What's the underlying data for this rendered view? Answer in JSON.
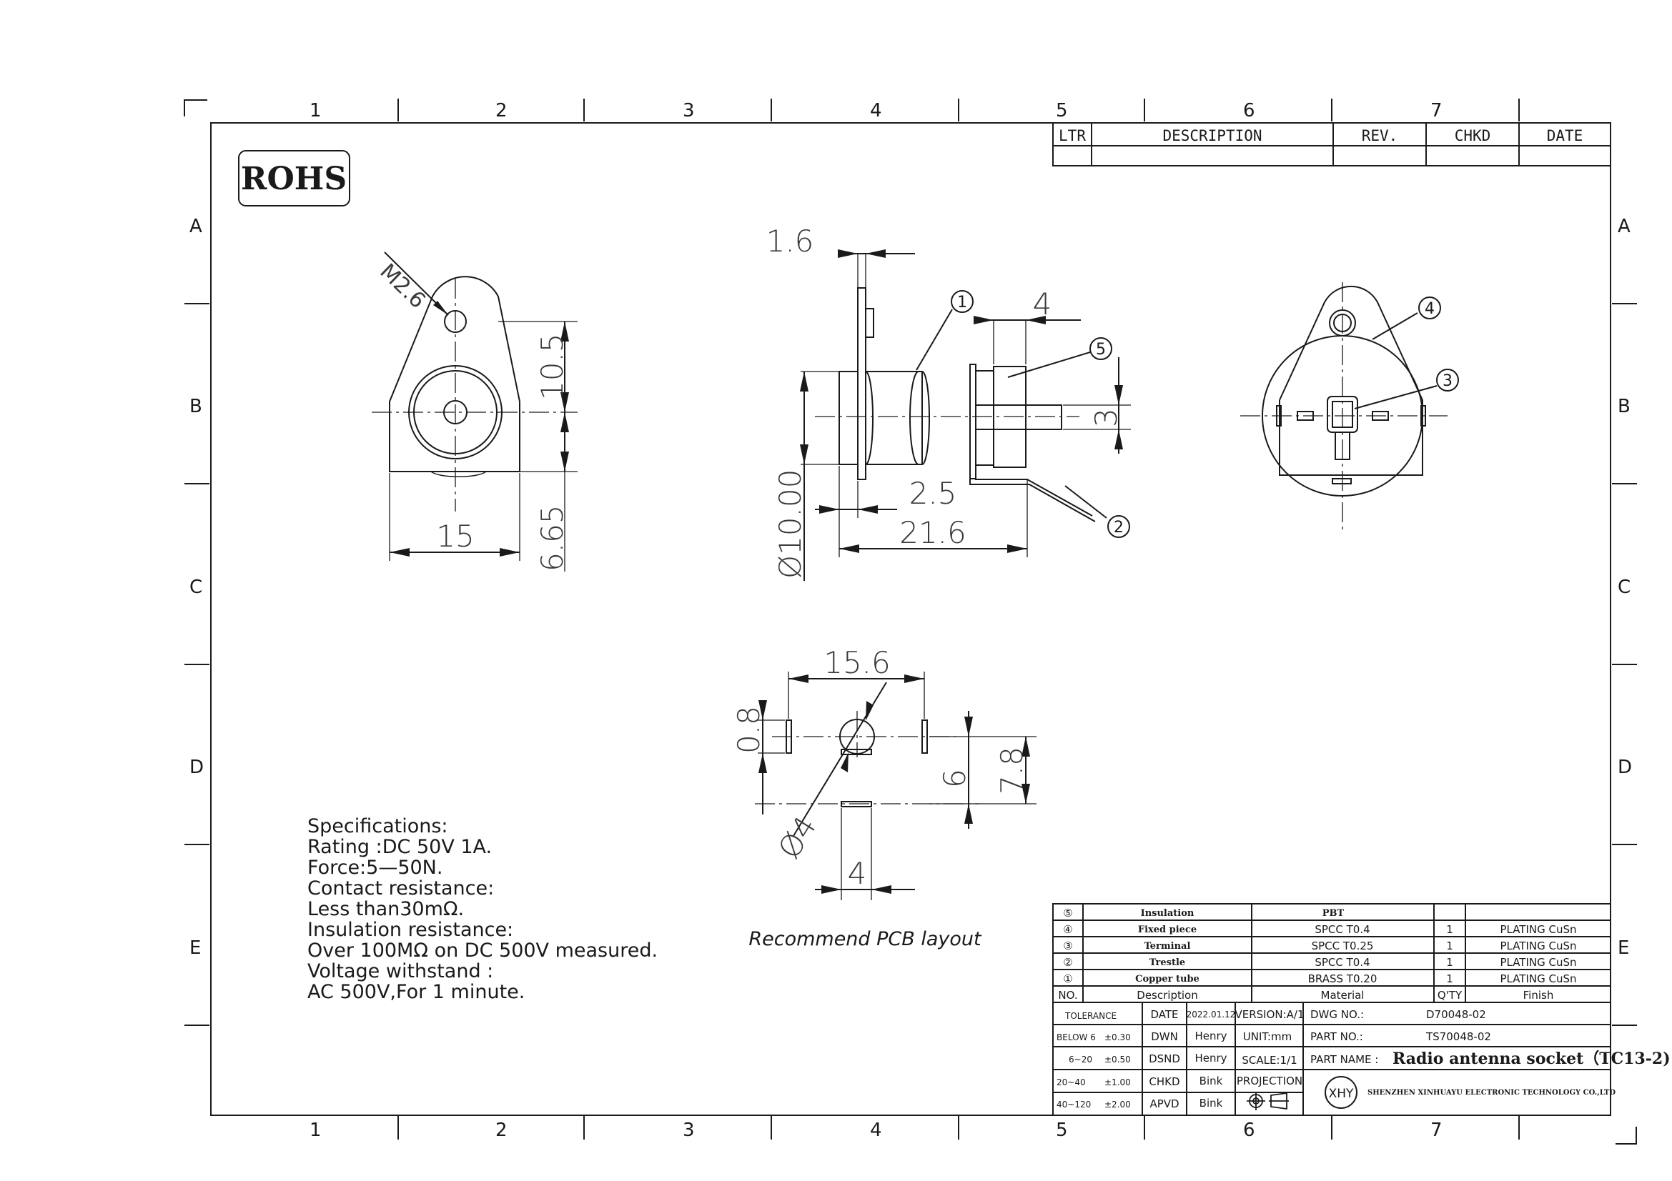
{
  "sheet": {
    "border_columns": [
      "1",
      "2",
      "3",
      "4",
      "5",
      "6",
      "7"
    ],
    "border_rows": [
      "A",
      "B",
      "C",
      "D",
      "E"
    ]
  },
  "rohs_label": "ROHS",
  "revision_table": {
    "headers": [
      "LTR",
      "DESCRIPTION",
      "REV.",
      "CHKD",
      "DATE"
    ]
  },
  "front_view": {
    "thread_label": "M2.6",
    "dims": {
      "height_upper": "10.5",
      "height_lower": "6.65",
      "width": "15"
    }
  },
  "side_view": {
    "dims": {
      "flange": "1.6",
      "terminal_width": "4",
      "pin": "3",
      "offset": "2.5",
      "length": "21.6",
      "diameter": "Ø10.00"
    },
    "balloons": [
      "1",
      "5",
      "2"
    ]
  },
  "rear_view": {
    "balloons": [
      "4",
      "3"
    ]
  },
  "pcb_layout": {
    "caption": "Recommend PCB layout",
    "dims": {
      "span": "15.6",
      "slot_width": "0.8",
      "row_offset": "6",
      "total_offset": "7.8",
      "hole": "Ø4",
      "center_pad": "4"
    }
  },
  "specifications": {
    "lines": [
      "Specifications:",
      "Rating :DC 50V 1A.",
      "Force:5—50N.",
      "Contact resistance:",
      "Less than30mΩ.",
      "Insulation resistance:",
      "Over 100MΩ on DC 500V measured.",
      "Voltage withstand :",
      "AC 500V,For 1 minute."
    ]
  },
  "bom": {
    "rows": [
      {
        "no": "⑤",
        "description": "Insulation",
        "material": "PBT",
        "qty": "",
        "finish": ""
      },
      {
        "no": "④",
        "description": "Fixed piece",
        "material": "SPCC T0.4",
        "qty": "1",
        "finish": "PLATING CuSn"
      },
      {
        "no": "③",
        "description": "Terminal",
        "material": "SPCC T0.25",
        "qty": "1",
        "finish": "PLATING CuSn"
      },
      {
        "no": "②",
        "description": "Trestle",
        "material": "SPCC T0.4",
        "qty": "1",
        "finish": "PLATING CuSn"
      },
      {
        "no": "①",
        "description": "Copper tube",
        "material": "BRASS T0.20",
        "qty": "1",
        "finish": "PLATING CuSn"
      }
    ],
    "header": {
      "no": "NO.",
      "description": "Description",
      "material": "Material",
      "qty": "Q'TY",
      "finish": "Finish"
    }
  },
  "title_block": {
    "tolerance_label": "TOLERANCE",
    "tolerances": [
      {
        "range": "BELOW 6",
        "value": "±0.30"
      },
      {
        "range": "6~20",
        "value": "±0.50"
      },
      {
        "range": "20~40",
        "value": "±1.00"
      },
      {
        "range": "40~120",
        "value": "±2.00"
      }
    ],
    "date_label": "DATE",
    "date_value": "2022.01.12",
    "signoffs": [
      {
        "role": "DWN",
        "name": "Henry"
      },
      {
        "role": "DSND",
        "name": "Henry"
      },
      {
        "role": "CHKD",
        "name": "Bink"
      },
      {
        "role": "APVD",
        "name": "Bink"
      }
    ],
    "version": "VERSION:A/1",
    "unit": "UNIT:mm",
    "scale": "SCALE:1/1",
    "projection_label": "PROJECTION",
    "dwg_no_label": "DWG NO.:",
    "dwg_no": "D70048-02",
    "part_no_label": "PART NO.:",
    "part_no": "TS70048-02",
    "part_name_label": "PART NAME :",
    "part_name": "Radio antenna socket（TC13-2)",
    "company_logo": "XHY",
    "company": "SHENZHEN XINHUAYU ELECTRONIC TECHNOLOGY CO.,LTD"
  }
}
